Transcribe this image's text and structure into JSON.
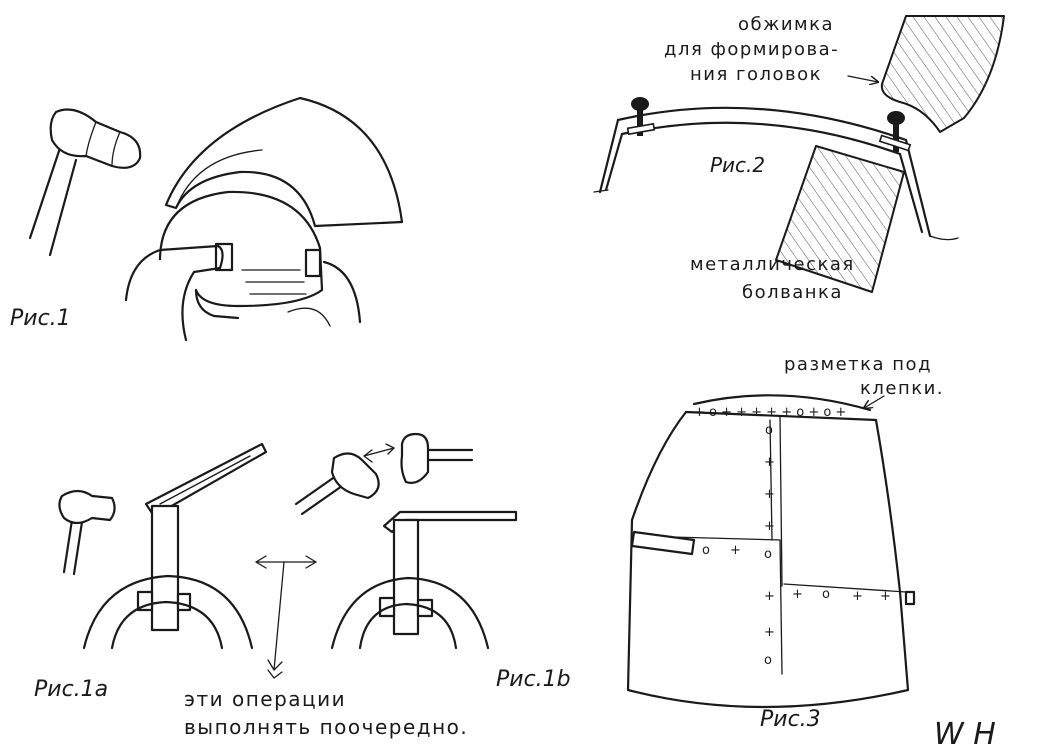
{
  "fig1": {
    "caption": "Рис.1"
  },
  "fig2": {
    "caption": "Рис.2",
    "label_top": [
      "обжимка",
      "для формирова-",
      "ния головок"
    ],
    "label_bottom": [
      "металлическая",
      "болванка"
    ]
  },
  "fig1a": {
    "caption": "Рис.1а"
  },
  "fig1b": {
    "caption": "Рис.1b"
  },
  "note": [
    "эти операции",
    "выполнять поочередно."
  ],
  "fig3": {
    "caption": "Рис.3",
    "label": [
      "разметка под",
      "клепки."
    ]
  },
  "signature": "W H"
}
